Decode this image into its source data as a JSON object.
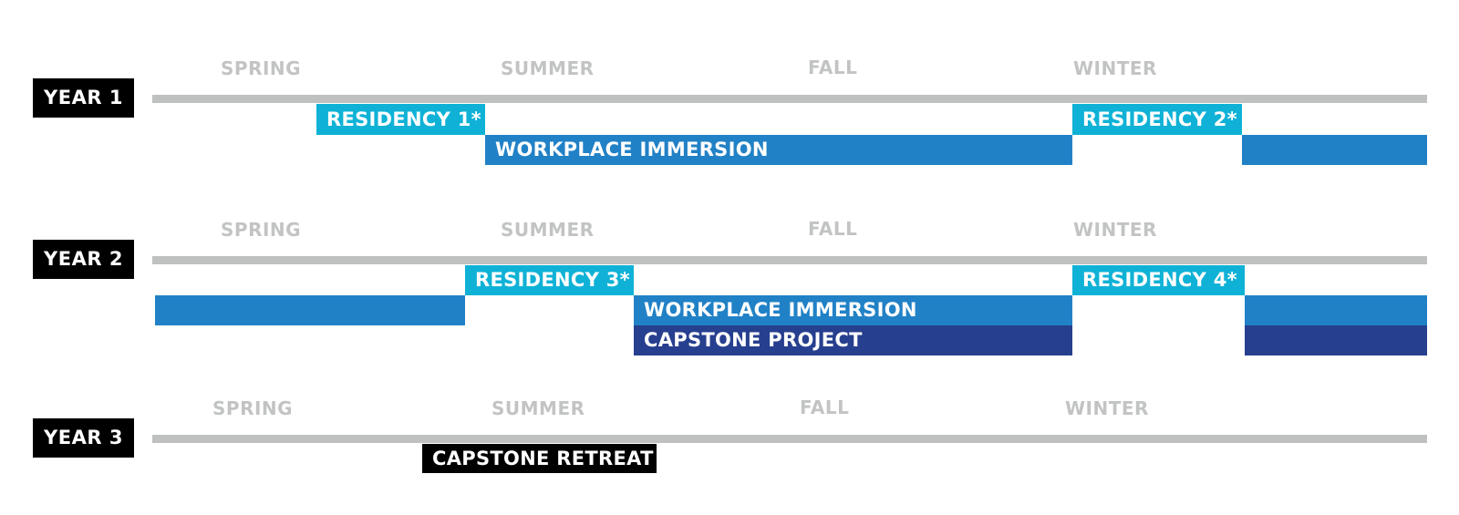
{
  "colors": {
    "residency": "#0fb2d6",
    "workplace": "#2181c6",
    "capstone": "#263f8e",
    "retreat": "#000000",
    "timeline": "#bfc1c0",
    "season_text": "#c2c4c3"
  },
  "years": [
    {
      "label": "YEAR 1",
      "seasons": [
        "SPRING",
        "SUMMER",
        "FALL",
        "WINTER"
      ],
      "bars": [
        {
          "label": "RESIDENCY 1*",
          "kind": "residency"
        },
        {
          "label": "WORKPLACE IMMERSION",
          "kind": "workplace"
        },
        {
          "label": "RESIDENCY 2*",
          "kind": "residency"
        },
        {
          "label": "",
          "kind": "workplace"
        }
      ]
    },
    {
      "label": "YEAR 2",
      "seasons": [
        "SPRING",
        "SUMMER",
        "FALL",
        "WINTER"
      ],
      "bars": [
        {
          "label": "",
          "kind": "workplace"
        },
        {
          "label": "RESIDENCY 3*",
          "kind": "residency"
        },
        {
          "label": "WORKPLACE IMMERSION",
          "kind": "workplace"
        },
        {
          "label": "CAPSTONE PROJECT",
          "kind": "capstone"
        },
        {
          "label": "RESIDENCY 4*",
          "kind": "residency"
        },
        {
          "label": "",
          "kind": "workplace"
        },
        {
          "label": "",
          "kind": "capstone"
        }
      ]
    },
    {
      "label": "YEAR 3",
      "seasons": [
        "SPRING",
        "SUMMER",
        "FALL",
        "WINTER"
      ],
      "bars": [
        {
          "label": "CAPSTONE RETREAT",
          "kind": "retreat"
        }
      ]
    }
  ]
}
